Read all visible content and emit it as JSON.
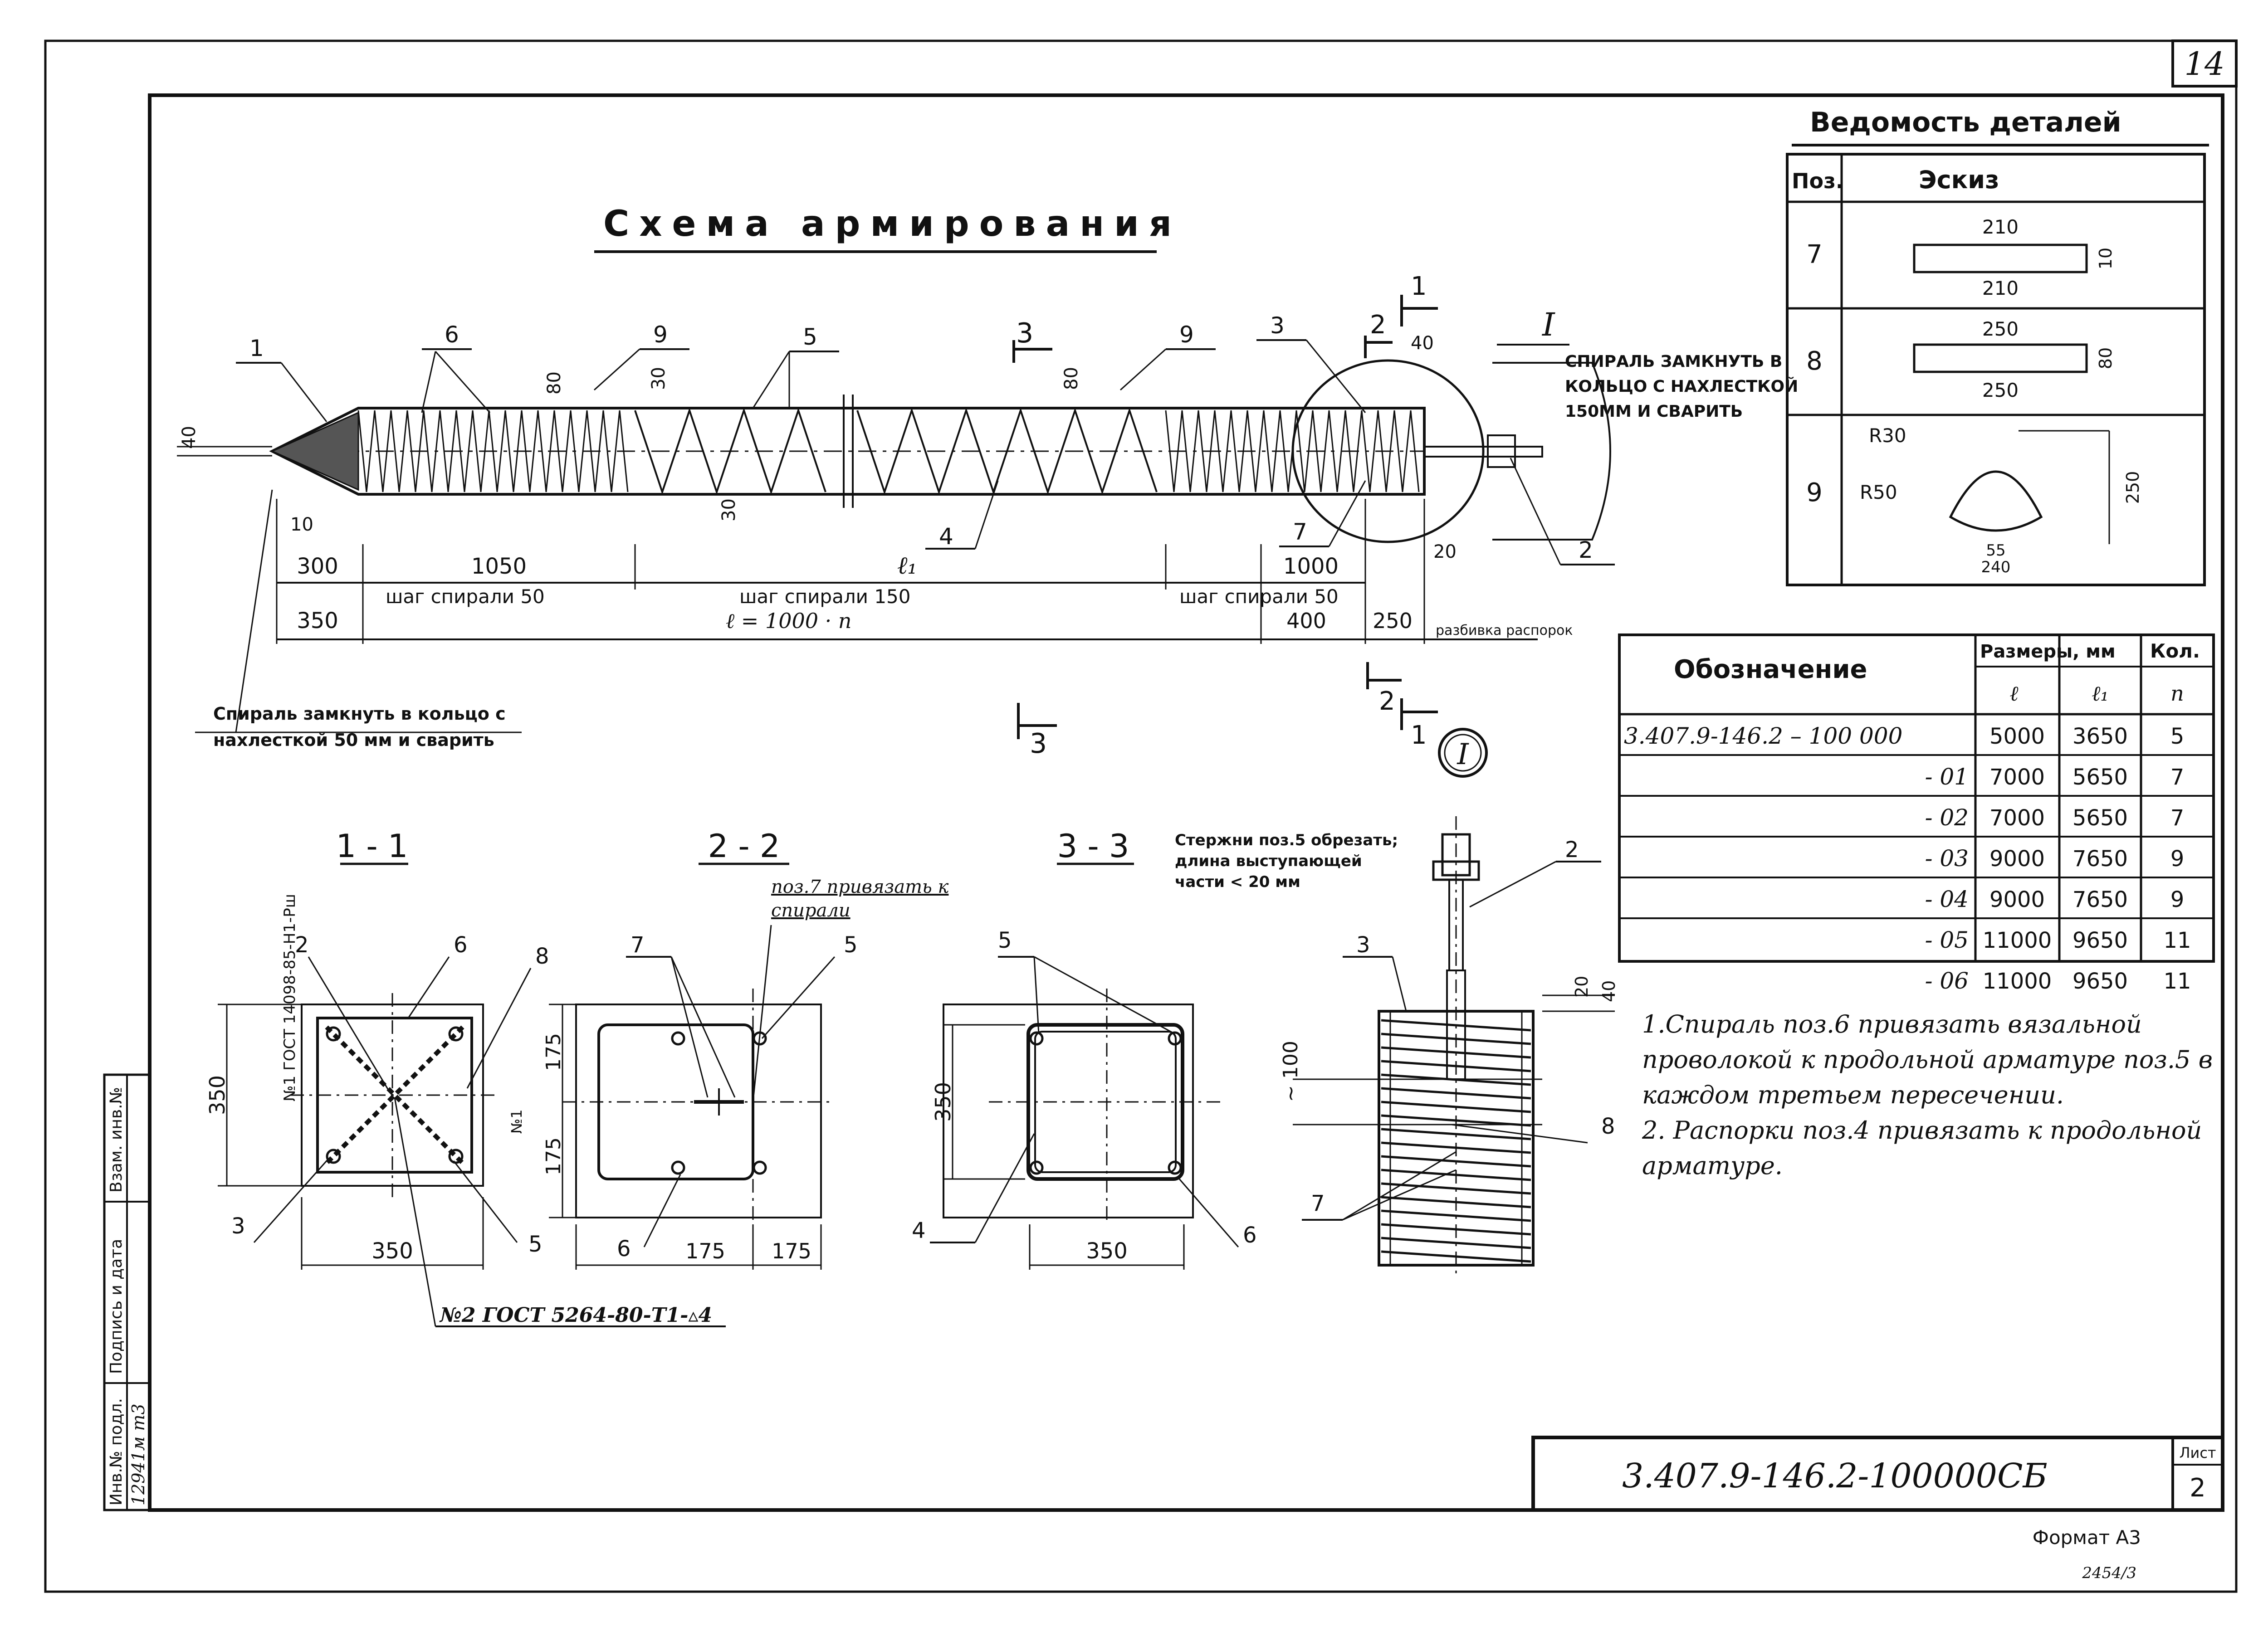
{
  "sheet_number": "14",
  "scheme_title": "Схема армирования",
  "details_table": {
    "title": "Ведомость деталей",
    "col_pos": "Поз.",
    "col_sketch": "Эскиз",
    "rows": [
      {
        "pos": "7",
        "top": "210",
        "bottom": "210",
        "side": "10"
      },
      {
        "pos": "8",
        "top": "250",
        "bottom": "250",
        "side": "80"
      },
      {
        "pos": "9",
        "r1": "R30",
        "r2": "R50",
        "h": "250",
        "w1": "55",
        "w2": "240"
      }
    ]
  },
  "spec_table": {
    "col_designation": "Обозначение",
    "col_dims": "Размеры, мм",
    "col_qty": "Кол.",
    "col_l": "ℓ",
    "col_l1": "ℓ₁",
    "col_n": "n",
    "rows": [
      {
        "designation": "3.407.9-146.2 – 100 000",
        "l": "5000",
        "l1": "3650",
        "n": "5"
      },
      {
        "designation": "- 01",
        "l": "7000",
        "l1": "5650",
        "n": "7"
      },
      {
        "designation": "- 02",
        "l": "7000",
        "l1": "5650",
        "n": "7"
      },
      {
        "designation": "- 03",
        "l": "9000",
        "l1": "7650",
        "n": "9"
      },
      {
        "designation": "- 04",
        "l": "9000",
        "l1": "7650",
        "n": "9"
      },
      {
        "designation": "- 05",
        "l": "11000",
        "l1": "9650",
        "n": "11"
      },
      {
        "designation": "- 06",
        "l": "11000",
        "l1": "9650",
        "n": "11"
      }
    ]
  },
  "main_view": {
    "callouts": [
      "1",
      "6",
      "9",
      "5",
      "3",
      "9",
      "3",
      "2",
      "1",
      "I",
      "4",
      "7",
      "2"
    ],
    "dims_top": [
      "80",
      "30",
      "80",
      "40"
    ],
    "dim_40": "40",
    "dim_10": "10",
    "dim_30": "30",
    "dim_20": "20",
    "row1": [
      "300",
      "1050",
      "ℓ₁",
      "1000"
    ],
    "row2": [
      "350",
      "шаг спирали 50",
      "шаг спирали 150",
      "ℓ = 1000 · n",
      "шаг спирали 50",
      "400",
      "250",
      "разбивка распорок"
    ],
    "note_right": "спираль замкнуть в кольцо с нахлесткой 150мм и сварить",
    "note_left": "Спираль замкнуть в кольцо с нахлесткой 50 мм и сварить",
    "section_marks": [
      "3",
      "3",
      "2",
      "2",
      "1",
      "1"
    ],
    "node_label": "I"
  },
  "section_11": {
    "title": "1 - 1",
    "rebar_note1": "№1 ГОСТ 14098-85-Н1-Рш",
    "rebar_note2": "№2 ГОСТ 5264-80-Т1-▵4",
    "weld_side": "№1",
    "labels": [
      "2",
      "6",
      "8",
      "3",
      "5"
    ],
    "dim_h": "350",
    "dim_w": "350"
  },
  "section_22": {
    "title": "2 - 2",
    "note": "поз.7 привязать к спирали",
    "labels": [
      "7",
      "5",
      "6"
    ],
    "dim_h1": "175",
    "dim_h2": "175",
    "dim_w1": "175",
    "dim_w2": "175"
  },
  "section_33": {
    "title": "3 - 3",
    "note": "Стержни поз.5 обрезать; длина выступающей части < 20 мм",
    "labels": [
      "5",
      "4",
      "6"
    ],
    "dim_h": "350",
    "dim_w": "350"
  },
  "node_I": {
    "labels": [
      "2",
      "3",
      "8",
      "7"
    ],
    "dim_20": "20",
    "dim_40": "40",
    "dim_100": "~ 100"
  },
  "notes": [
    "1.Спираль поз.6 привязать вязальной проволокой к продольной арматуре поз.5 в каждом третьем пересечении.",
    "2. Распорки поз.4 привязать к продольной арматуре."
  ],
  "stamp": {
    "code": "3.407.9-146.2-100000СБ",
    "sheet_label": "Лист",
    "sheet_value": "2"
  },
  "left_strip": {
    "labels": [
      "Инв.№ подл.",
      "Подпись и дата",
      "Взам. инв.№"
    ],
    "inv_value": "12941м т3"
  },
  "format_label": "Формат А3",
  "footnote": "2454/3"
}
